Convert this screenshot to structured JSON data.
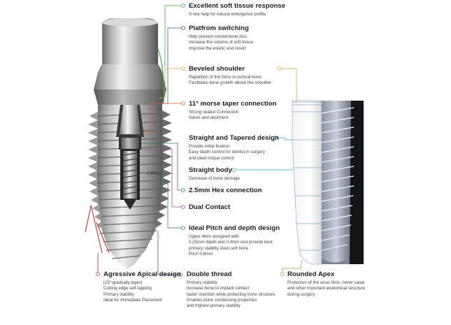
{
  "colors": {
    "soft_tissue": "#3aa84a",
    "platform": "#3a4fa8",
    "beveled": "#e0a030",
    "morse": "#e8632a",
    "straight_tapered": "#30a8c8",
    "hex": "#2e7f5a",
    "dual": "#b0449a",
    "pitch": "#4a7a5a",
    "double_thread": "#7a4aa8",
    "apical": "#d32020",
    "apex": "#7ab832"
  },
  "features": {
    "soft_tissue": {
      "title": "Excellent soft tissue response",
      "lines": [
        "S-line help for natural emergence profile"
      ]
    },
    "platform": {
      "title": "Platfrom switching",
      "lines": [
        "Help prevent crestal bone loss",
        "Increase the volume of soft tissue",
        "Improve the estetic end result"
      ]
    },
    "beveled": {
      "title": "Beveled shoulder",
      "lines": [
        "Repatition of the force in cortical bone",
        "Facilitates bone growth above the shoulder"
      ]
    },
    "morse": {
      "title": "11° morse taper connection",
      "lines": [
        "Strong sealed Connection",
        "fixture and abutment"
      ]
    },
    "straight_tapered": {
      "title": "Straight and Tapered design",
      "lines": [
        "Provide initial fixation",
        "Easy depth control for dentist in surgery",
        "and ideal torque control"
      ]
    },
    "straight_body": {
      "title": "Straight body",
      "lines": [
        "Decrease of bone demage"
      ]
    },
    "hex": {
      "title": "2.5mm Hex connection",
      "lines": []
    },
    "dual": {
      "title": "Dual Contact",
      "lines": []
    },
    "pitch": {
      "title": "Ideal Pitch and depth design",
      "lines": [
        "Upper 4mm designed with",
        "0.25mm depth and 0.4mm rest provide best",
        "primary stability even soft bone"
      ],
      "extra": "Pitch 0.8mm"
    },
    "apical": {
      "title": "Agressive Apical design",
      "lines": [
        "[15º gradually taper]",
        "Cutting edge self-tapping",
        "Primary stability",
        "Ideal for Immediate Placement"
      ]
    },
    "double_thread": {
      "title": "Double thread",
      "lines": [
        "Primary stability",
        "Increase bone to implant contact",
        "faster insertion while protecting bone structure",
        "Enables bone condensing properties",
        "and highest primary stability"
      ]
    },
    "apex": {
      "title": "Rounded Apex",
      "lines": [
        "Protection of the sinus floor, nerve canal",
        "and other important anatomical structure",
        "during surgery"
      ]
    }
  },
  "pitch_label": "0.8Pitch"
}
